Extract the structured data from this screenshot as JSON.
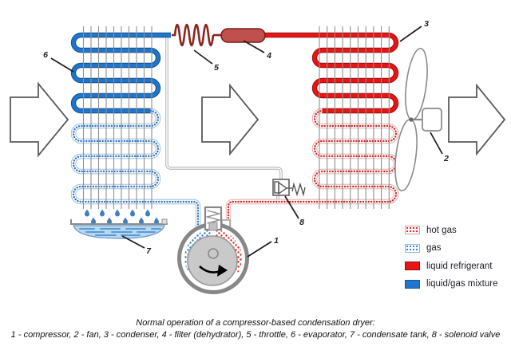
{
  "caption": {
    "line1": "Normal operation of a compressor-based condensation dryer:",
    "line2": "1 - compressor, 2 - fan, 3 - condenser, 4 - filter (dehydrator), 5 - throttle, 6 - evaporator, 7 - condensate tank, 8 - solenoid valve"
  },
  "labels": {
    "compressor": "1",
    "fan": "2",
    "condenser": "3",
    "filter": "4",
    "throttle": "5",
    "evaporator": "6",
    "condensate_tank": "7",
    "solenoid_valve": "8"
  },
  "legend": {
    "items": [
      {
        "label": "hot gas",
        "style": "dots-red"
      },
      {
        "label": "gas",
        "style": "dots-blue"
      },
      {
        "label": "liquid refrigerant",
        "style": "solid-red"
      },
      {
        "label": "liquid/gas mixture",
        "style": "solid-blue"
      }
    ]
  },
  "colors": {
    "hot_gas": "#e02424",
    "gas": "#2e78c8",
    "liquid_refrigerant": "#e91515",
    "liquid_gas_mixture": "#1f76cc",
    "throttle": "#8e241e",
    "filter_fill": "#c0504d",
    "filter_border": "#7f1d1b"
  }
}
